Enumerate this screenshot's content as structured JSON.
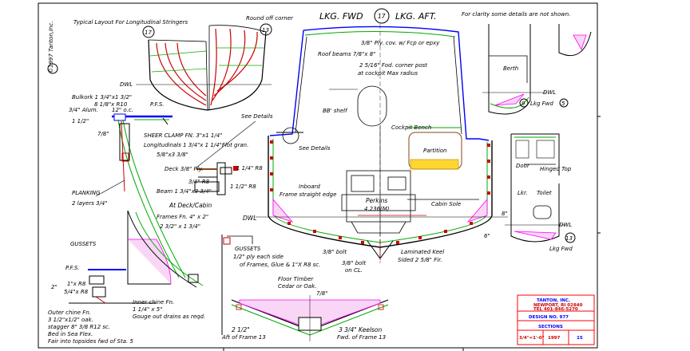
{
  "colors": {
    "outline": "#000000",
    "hull": "#0000ff",
    "frames": "#cc0000",
    "stringers": "#00aa00",
    "gussets": "#ff00ff",
    "wood": "#8b4513",
    "titleblock": "#ff0000",
    "engine": "#ffcc00"
  },
  "header": {
    "note_typical": "Typical Layout For Longitudinal Stringers",
    "round_corner": "Round off corner",
    "lkg_fwd": "LKG. FWD",
    "station_num": "17",
    "lkg_aft": "LKG. AFT.",
    "clarity_note": "For clarity some details are not shown.",
    "copyright": "©1997 Tanton,Inc."
  },
  "left_view": {
    "circle_17": "17",
    "circle_13": "13",
    "dwl": "DWL",
    "bulkork": "Bulkork 1 3/4\"x1 3/2\"",
    "pfs_a": "8 1/8\"x R10",
    "pfs_b": "P.F.S.",
    "spacing": "12\" o.c.",
    "alum": "3/4\" Alum.",
    "dim_1_1_2": "1 1/2\"",
    "dim_7_8": "7/8\"",
    "sheer_clamp": "SHEER CLAMP FN. 3\"x1 1/4\"",
    "longitudinals": "Longitudinals 1 3/4\"x 1 1/4\"Flot gran.",
    "dim_58": "5/8\"x3 3/8\"",
    "deck_ply": "Deck 3/8\" Ply.",
    "dim_14": "1 1/4\" R8",
    "dim_34": "3/4\" R8",
    "dim_12": "1 1/2\" R8",
    "beam": "Beam 1 3/4\"x3 3/4\"",
    "at_deck": "At Deck/Cabin",
    "planking": "PLANKING",
    "planking_2": "2 layers 3/4\"",
    "frames_fn": "Frames Fn. 4\" x 2\"",
    "frames_dims": "2 3/2\" x 1 3/4\"",
    "gussets": "GUSSETS",
    "pfs_label": "P.F.S.",
    "dim_2": "2\"",
    "dim_1_2": "1\"x R8",
    "dim_s3": "5/4\"x R8",
    "outer_chine": "Outer chine Fn.",
    "outer_chine_2": "3 1/2\"x1/2\" oak.",
    "stagger": "stagger 8\" 3/8 R12 sc.",
    "bed_in": "Bed in Sea Flex.",
    "fair_into": "Fair into topsides fwd of Sta. 5",
    "inner_chine": "Inner chine Fn.",
    "inner_chine_2": "1 1/4\" x 5\"",
    "gouge": "Gouge out drains as reqd."
  },
  "section_view": {
    "roof_ply": "3/8\" Ply. cov. w/ Fcp or epxy",
    "roof_beams": "Roof beams 7/8\"x 8\"",
    "corner_post": "2 5/16\" Fod. corner post",
    "corner_post_2": "at cockpit Max radius",
    "bb_shelf": "BB' shelf",
    "see_details_1": "See Details",
    "see_details_2": "See Details",
    "cockpit_bench": "Cockpit Bench",
    "partition": "Partition",
    "inboard": "Inboard",
    "frame_straight": "Frame straight edge",
    "perkins": "Perkins",
    "perkins_model": "4.236(M)",
    "cabin_sole": "Cabin Sole",
    "dwl": "DWL",
    "dim_8": "8\"",
    "dim_6": "6\"",
    "dim_38_bolt": "3/8\" bolt",
    "dim_38_bolt_2": "3/8\" bolt",
    "on_cl": "on CL.",
    "laminated_keel": "Laminated Keel",
    "keel_dims": "Sided 2 5/8\" Fir.",
    "gussets": "GUSSETS",
    "gussets_note": "1/2\" ply each side",
    "gussets_note_2": "of Frames, Glue & 1\"X R8 sc.",
    "floor_timber": "Floor Timber",
    "floor_timber_2": "Cedar or Oak.",
    "dim_7_8": "7/8\"",
    "dim_2_1_2": "2 1/2\"",
    "aft_frame": "Aft of Frame 13",
    "keelson": "3 3/4\" Keelson",
    "keelson_2": "Fwd. of Frame 13"
  },
  "right_views": {
    "berth": "Berth",
    "dwl_1": "DWL",
    "lkg_fwd_9": "Lkg Fwd",
    "circle_9": "9",
    "circle_5": "5",
    "door": "Door",
    "hinged_top": "Hinged Top",
    "lkr": "Lkr.",
    "toilet": "Toilet",
    "dwl_2": "DWL",
    "circle_13": "13",
    "lkg_fwd_13": "Lkg Fwd"
  },
  "title_block": {
    "company": "TANTON, INC.",
    "address_1": "NEWPORT, RI 02840",
    "address_2": "TEL 401-846-5270",
    "design_label": "DESIGN NO. 977",
    "sheet_title": "SECTIONS",
    "scale": "3/4\"=1'-0\"",
    "date": "1997",
    "sheet_no": "15"
  }
}
